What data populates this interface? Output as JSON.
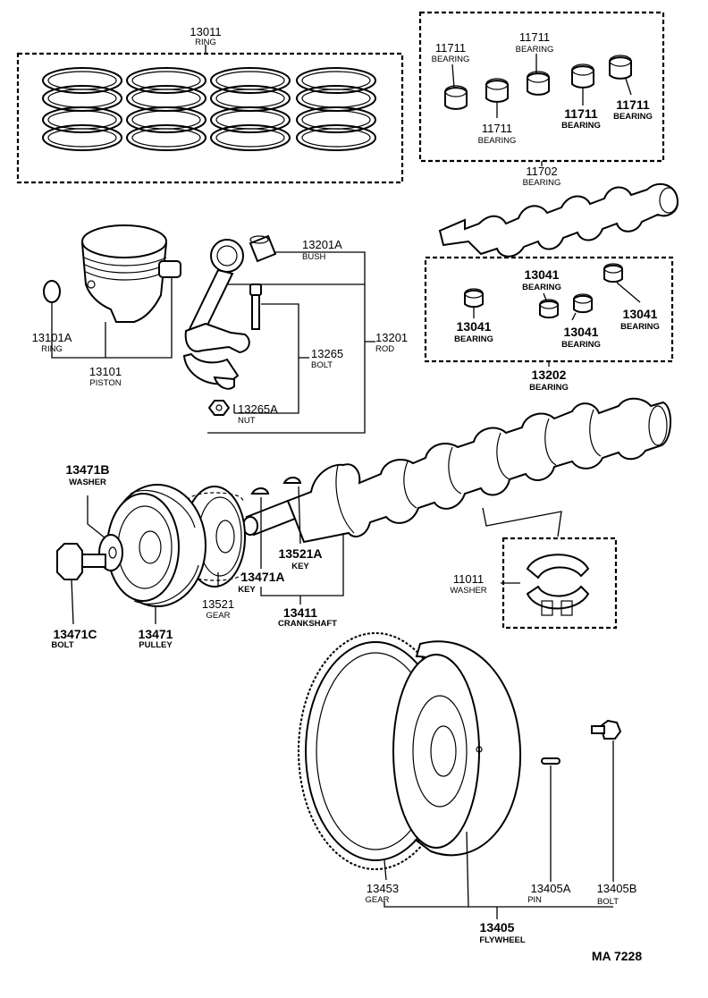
{
  "reference_code": "MA 7228",
  "parts": [
    {
      "id": "p13011",
      "number": "13011",
      "name": "RING"
    },
    {
      "id": "p11711a",
      "number": "11711",
      "name": "BEARING"
    },
    {
      "id": "p11711b",
      "number": "11711",
      "name": "BEARING"
    },
    {
      "id": "p11711c",
      "number": "11711",
      "name": "BEARING"
    },
    {
      "id": "p11711d",
      "number": "11711",
      "name": "BEARING"
    },
    {
      "id": "p11711e",
      "number": "11711",
      "name": "BEARING"
    },
    {
      "id": "p11702",
      "number": "11702",
      "name": "BEARING"
    },
    {
      "id": "p13201A",
      "number": "13201A",
      "name": "BUSH"
    },
    {
      "id": "p13201",
      "number": "13201",
      "name": "ROD"
    },
    {
      "id": "p13265",
      "number": "13265",
      "name": "BOLT"
    },
    {
      "id": "p13265A",
      "number": "13265A",
      "name": "NUT"
    },
    {
      "id": "p13101A",
      "number": "13101A",
      "name": "RING"
    },
    {
      "id": "p13101",
      "number": "13101",
      "name": "PISTON"
    },
    {
      "id": "p13041a",
      "number": "13041",
      "name": "BEARING"
    },
    {
      "id": "p13041b",
      "number": "13041",
      "name": "BEARING"
    },
    {
      "id": "p13041c",
      "number": "13041",
      "name": "BEARING"
    },
    {
      "id": "p13041d",
      "number": "13041",
      "name": "BEARING"
    },
    {
      "id": "p13202",
      "number": "13202",
      "name": "BEARING"
    },
    {
      "id": "p13471B",
      "number": "13471B",
      "name": "WASHER"
    },
    {
      "id": "p13521A",
      "number": "13521A",
      "name": "KEY"
    },
    {
      "id": "p13471A",
      "number": "13471A",
      "name": "KEY"
    },
    {
      "id": "p13521",
      "number": "13521",
      "name": "GEAR"
    },
    {
      "id": "p13411",
      "number": "13411",
      "name": "CRANKSHAFT"
    },
    {
      "id": "p11011",
      "number": "11011",
      "name": "WASHER"
    },
    {
      "id": "p13471C",
      "number": "13471C",
      "name": "BOLT"
    },
    {
      "id": "p13471",
      "number": "13471",
      "name": "PULLEY"
    },
    {
      "id": "p13453",
      "number": "13453",
      "name": "GEAR"
    },
    {
      "id": "p13405A",
      "number": "13405A",
      "name": "PIN"
    },
    {
      "id": "p13405B",
      "number": "13405B",
      "name": "BOLT"
    },
    {
      "id": "p13405",
      "number": "13405",
      "name": "FLYWHEEL"
    }
  ]
}
